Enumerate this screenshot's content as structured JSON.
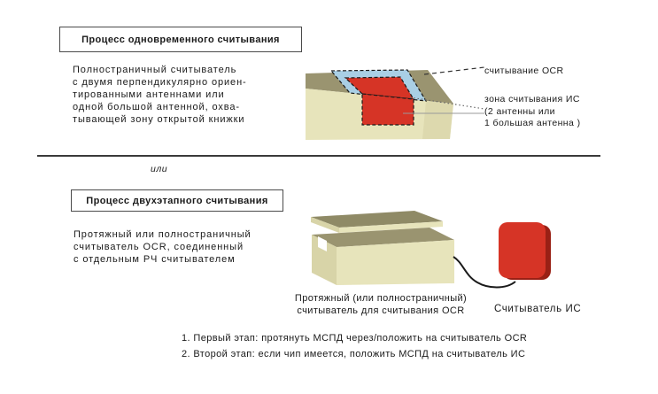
{
  "section1": {
    "header": "Процесс одновременного считывания",
    "description": "Полностраничный считыватель\nс двумя перпендикулярно ориен-\nтированными антеннами или\nодной большой антенной, охва-\nтывающей зону открытой книжки",
    "label_ocr": "считывание OCR",
    "label_ic_zone": "зона считывания ИС\n(2 антенны или\n1 большая антенна )"
  },
  "divider": {
    "or_label": "или"
  },
  "section2": {
    "header": "Процесс двухэтапного считывания",
    "description": "Протяжный или полностраничный\nсчитыватель OCR, соединенный\nс отдельным РЧ считывателем",
    "label_reader_ocr": "Протяжный (или полностраничный)\nсчитыватель для считывания OCR",
    "label_reader_ic": "Считыватель ИС",
    "steps": [
      "1. Первый этап: протянуть МСПД через/положить на считыватель  OCR",
      "2. Второй этап: если чип имеется, положить МСПД на считыватель ИС"
    ]
  },
  "colors": {
    "red": "#d63426",
    "red_dark": "#992015",
    "blue": "#a9cfe5",
    "olive_top": "#9a9470",
    "olive_lid": "#8f8a66",
    "face": "#e7e4bb",
    "face_side": "#d8d4a8",
    "notch": "#ffffff",
    "cable": "#1a1a1a",
    "leader_gray": "#999999"
  }
}
